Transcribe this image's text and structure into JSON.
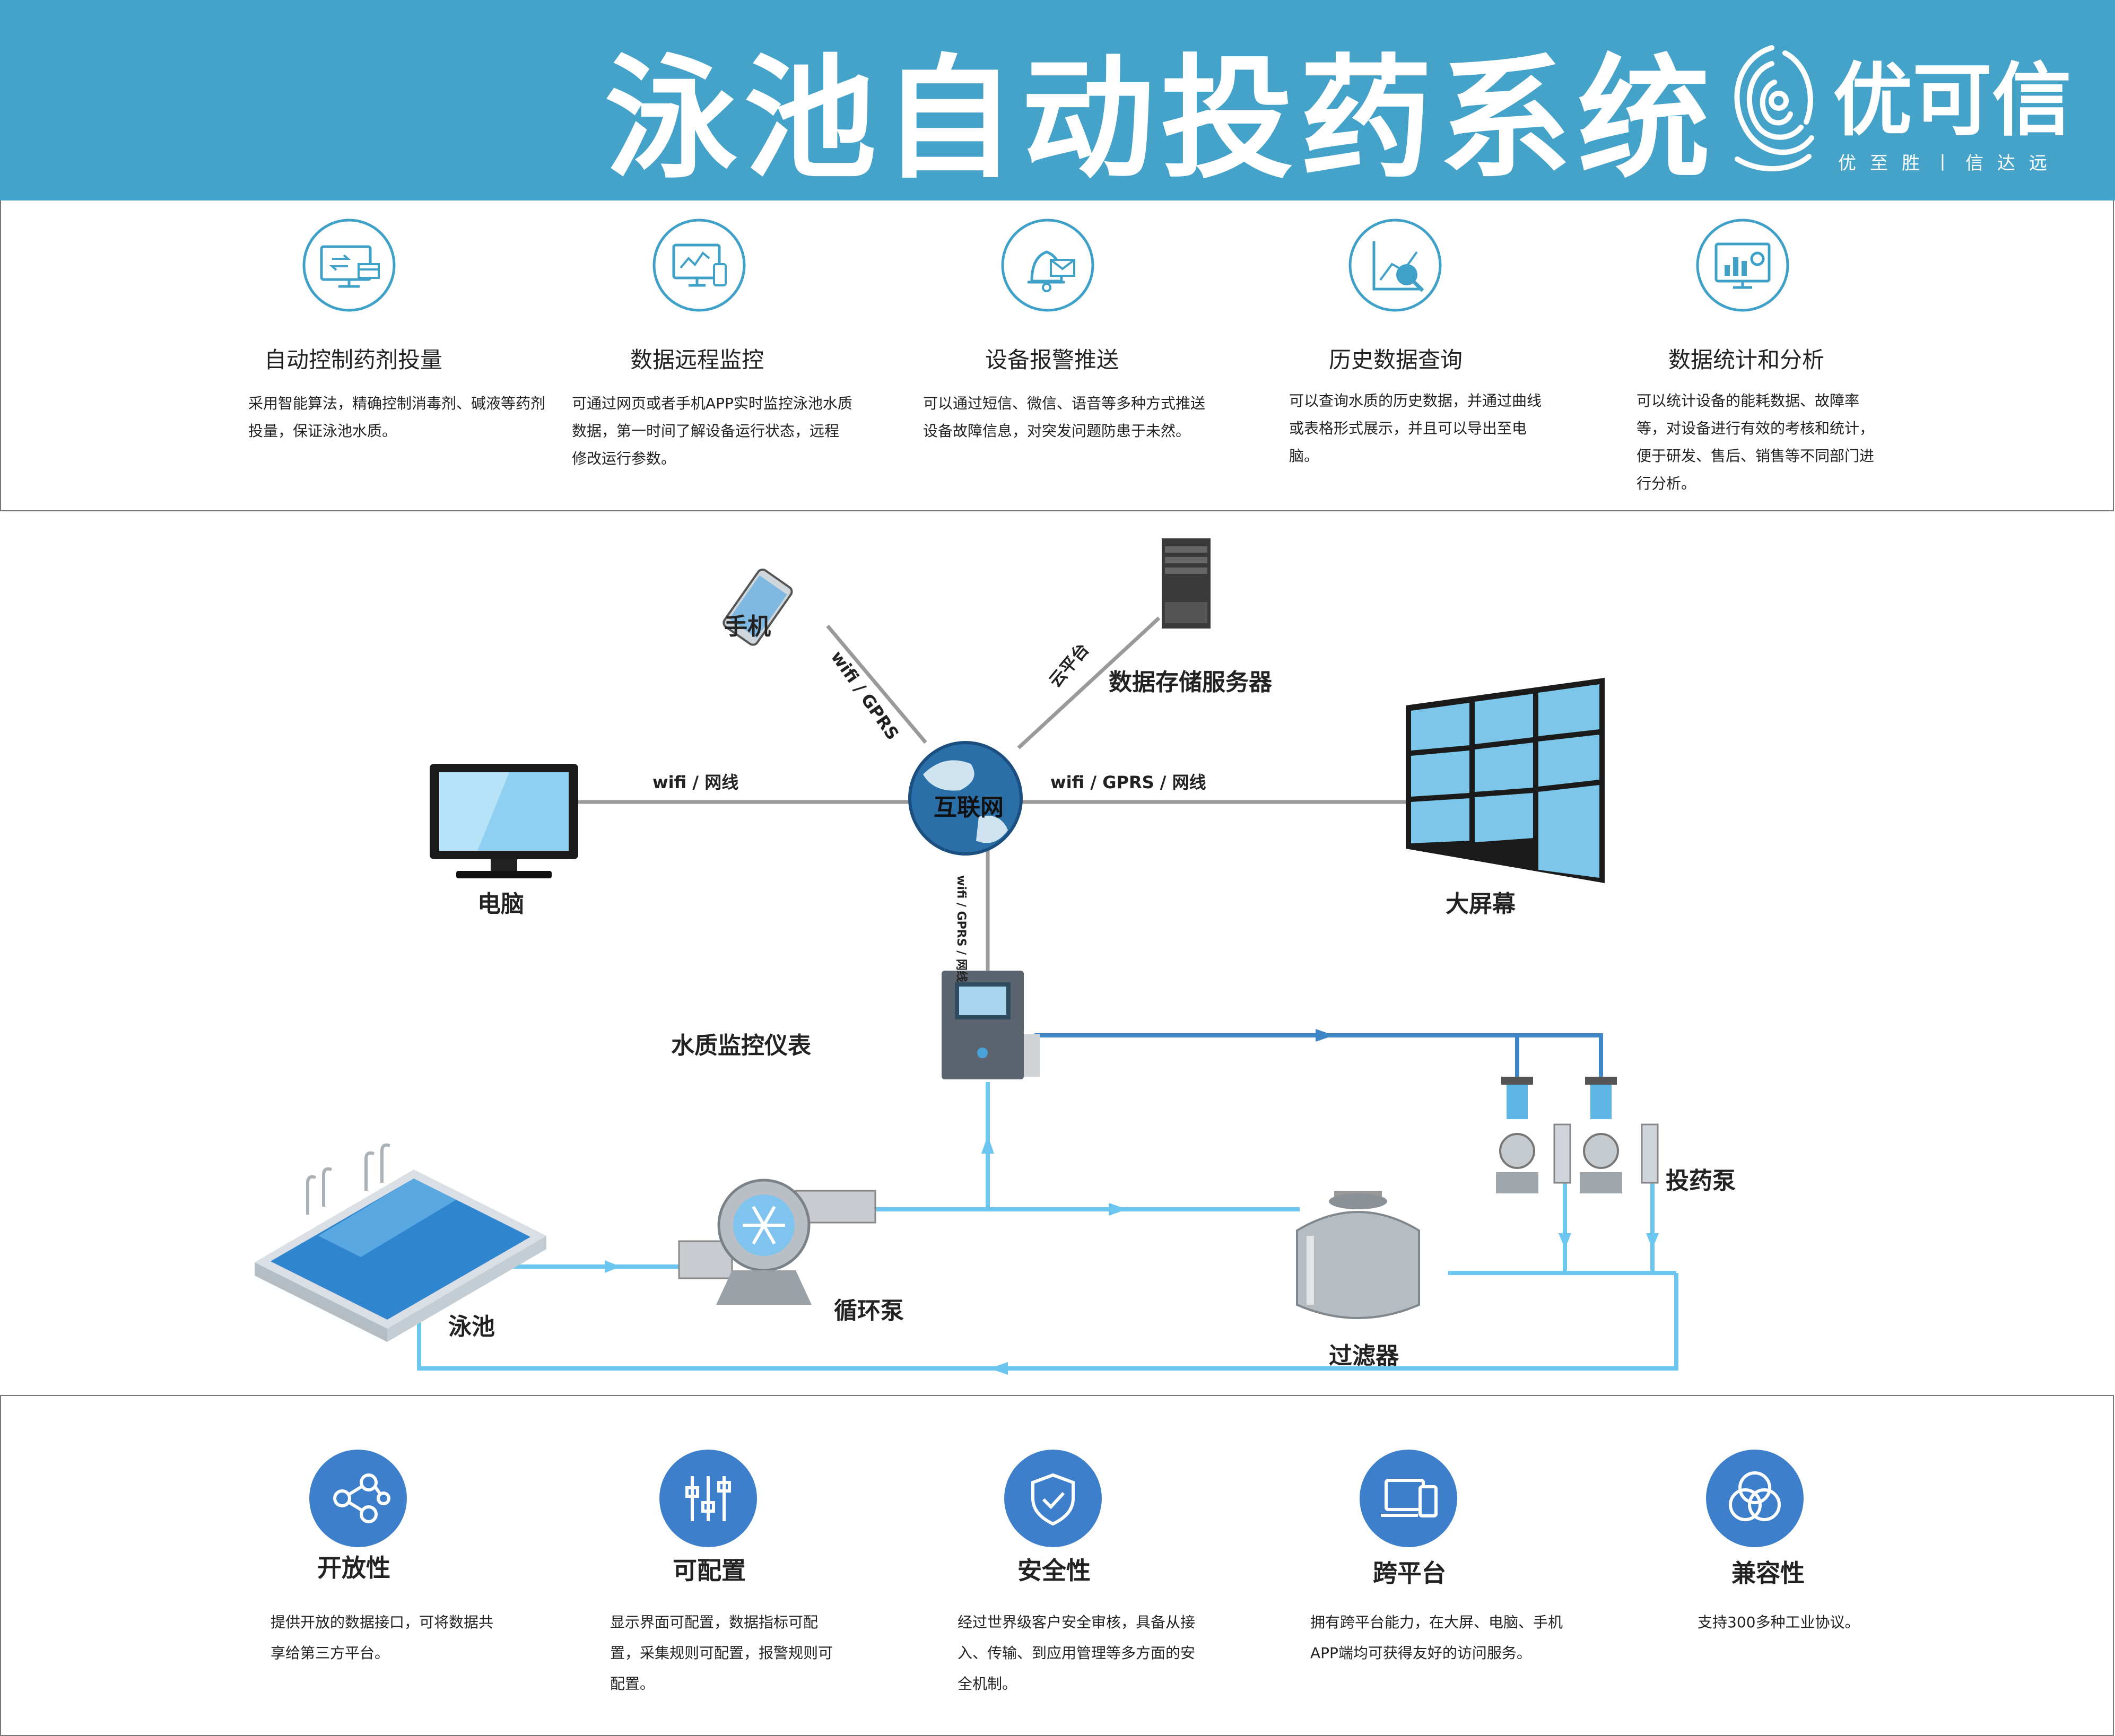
{
  "header": {
    "title": "泳池自动投药系统",
    "logo_name": "优可信",
    "logo_slogan": "优至胜丨信达远",
    "banner_color": "#45a3c9"
  },
  "features": [
    {
      "icon": "monitor-control-icon",
      "title": "自动控制药剂投量",
      "desc": "采用智能算法，精确控制消毒剂、碱液等药剂投量，保证泳池水质。"
    },
    {
      "icon": "remote-monitor-icon",
      "title": "数据远程监控",
      "desc": "可通过网页或者手机APP实时监控泳池水质数据，第一时间了解设备运行状态，远程修改运行参数。"
    },
    {
      "icon": "alarm-bell-icon",
      "title": "设备报警推送",
      "desc": "可以通过短信、微信、语音等多种方式推送设备故障信息，对突发问题防患于未然。"
    },
    {
      "icon": "history-chart-icon",
      "title": "历史数据查询",
      "desc": "可以查询水质的历史数据，并通过曲线或表格形式展示，并且可以导出至电脑。"
    },
    {
      "icon": "statistics-icon",
      "title": "数据统计和分析",
      "desc": "可以统计设备的能耗数据、故障率等，对设备进行有效的考核和统计，便于研发、售后、销售等不同部门进行分析。"
    }
  ],
  "diagram": {
    "internet": "互联网",
    "phone": "手机",
    "server": "数据存储服务器",
    "computer": "电脑",
    "big_screen": "大屏幕",
    "meter": "水质监控仪表",
    "pool": "泳池",
    "circ_pump": "循环泵",
    "filter": "过滤器",
    "dosing_pump": "投药泵",
    "conn_phone": "wifi / GPRS",
    "conn_server": "云平台",
    "conn_computer": "wifi / 网线",
    "conn_screen": "wifi / GPRS / 网线",
    "conn_meter": "wifi / GPRS / 网线",
    "pipe_color": "#6cc6ef",
    "pipe_dark_color": "#3e86c6",
    "icon_computer": "monitor-icon",
    "icon_phone": "smartphone-icon",
    "icon_server": "server-icon",
    "icon_globe": "globe-icon"
  },
  "properties": [
    {
      "icon": "share-nodes-icon",
      "title": "开放性",
      "desc": "提供开放的数据接口，可将数据共享给第三方平台。"
    },
    {
      "icon": "sliders-icon",
      "title": "可配置",
      "desc": "显示界面可配置，数据指标可配置，采集规则可配置，报警规则可配置。"
    },
    {
      "icon": "shield-check-icon",
      "title": "安全性",
      "desc": "经过世界级客户安全审核，具备从接入、传输、到应用管理等多方面的安全机制。"
    },
    {
      "icon": "multi-device-icon",
      "title": "跨平台",
      "desc": "拥有跨平台能力，在大屏、电脑、手机APP端均可获得友好的访问服务。"
    },
    {
      "icon": "overlap-circles-icon",
      "title": "兼容性",
      "desc": "支持300多种工业协议。"
    }
  ],
  "colors": {
    "accent": "#45a3c9",
    "prop_circle": "#3d7fcb",
    "icon_line": "#3fa0c8"
  }
}
